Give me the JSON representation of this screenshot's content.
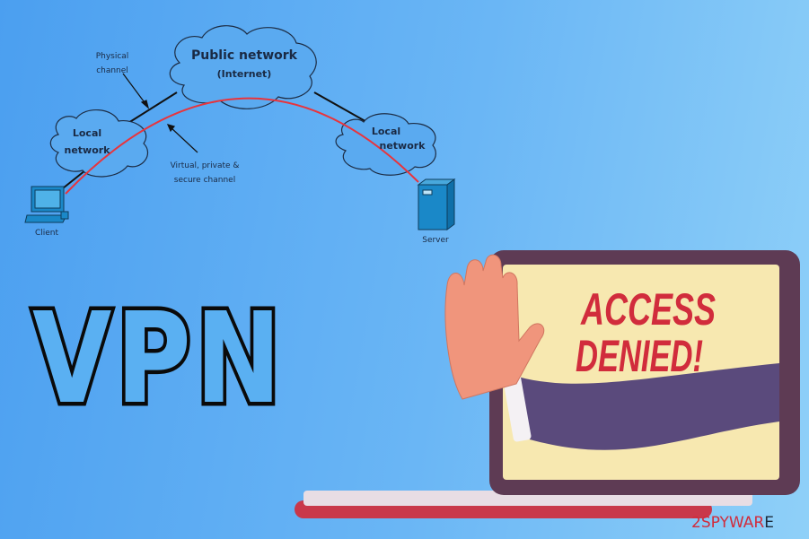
{
  "diagram": {
    "public_network": "Public network",
    "internet": "(Internet)",
    "physical_channel_1": "Physical",
    "physical_channel_2": "channel",
    "local_left_1": "Local",
    "local_left_2": "network",
    "local_right_1": "Local",
    "local_right_2": "network",
    "virtual_1": "Virtual, private &",
    "virtual_2": "secure channel",
    "client": "Client",
    "server": "Server"
  },
  "title": "VPN",
  "laptop": {
    "line1": "ACCESS",
    "line2": "DENIED!",
    "colors": {
      "frame": "#5e3b54",
      "screen": "#f7e8b0",
      "text": "#d12c3c",
      "sleeve": "#5a4a7c",
      "hand": "#f0957c",
      "base": "#c9384a"
    }
  },
  "watermark": {
    "part1": "2SPYWAR",
    "part2": "E"
  }
}
